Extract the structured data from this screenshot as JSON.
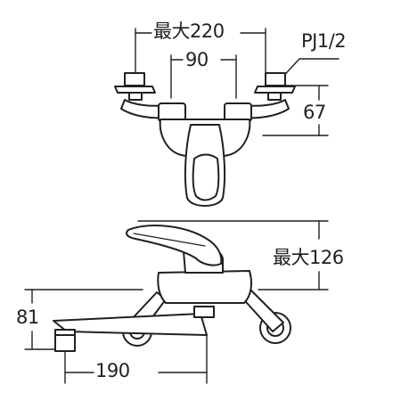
{
  "figure": {
    "description_title": "",
    "line_color": "#231f20",
    "fill_color": "#ffffff"
  },
  "top_view": {
    "labels": {
      "max_spacing": "最大220",
      "min_spacing": "90",
      "thread": "PJ1/2",
      "height": "67"
    }
  },
  "side_view": {
    "labels": {
      "max_height": "最大126",
      "spout_height": "81",
      "spout_reach": "190"
    }
  }
}
